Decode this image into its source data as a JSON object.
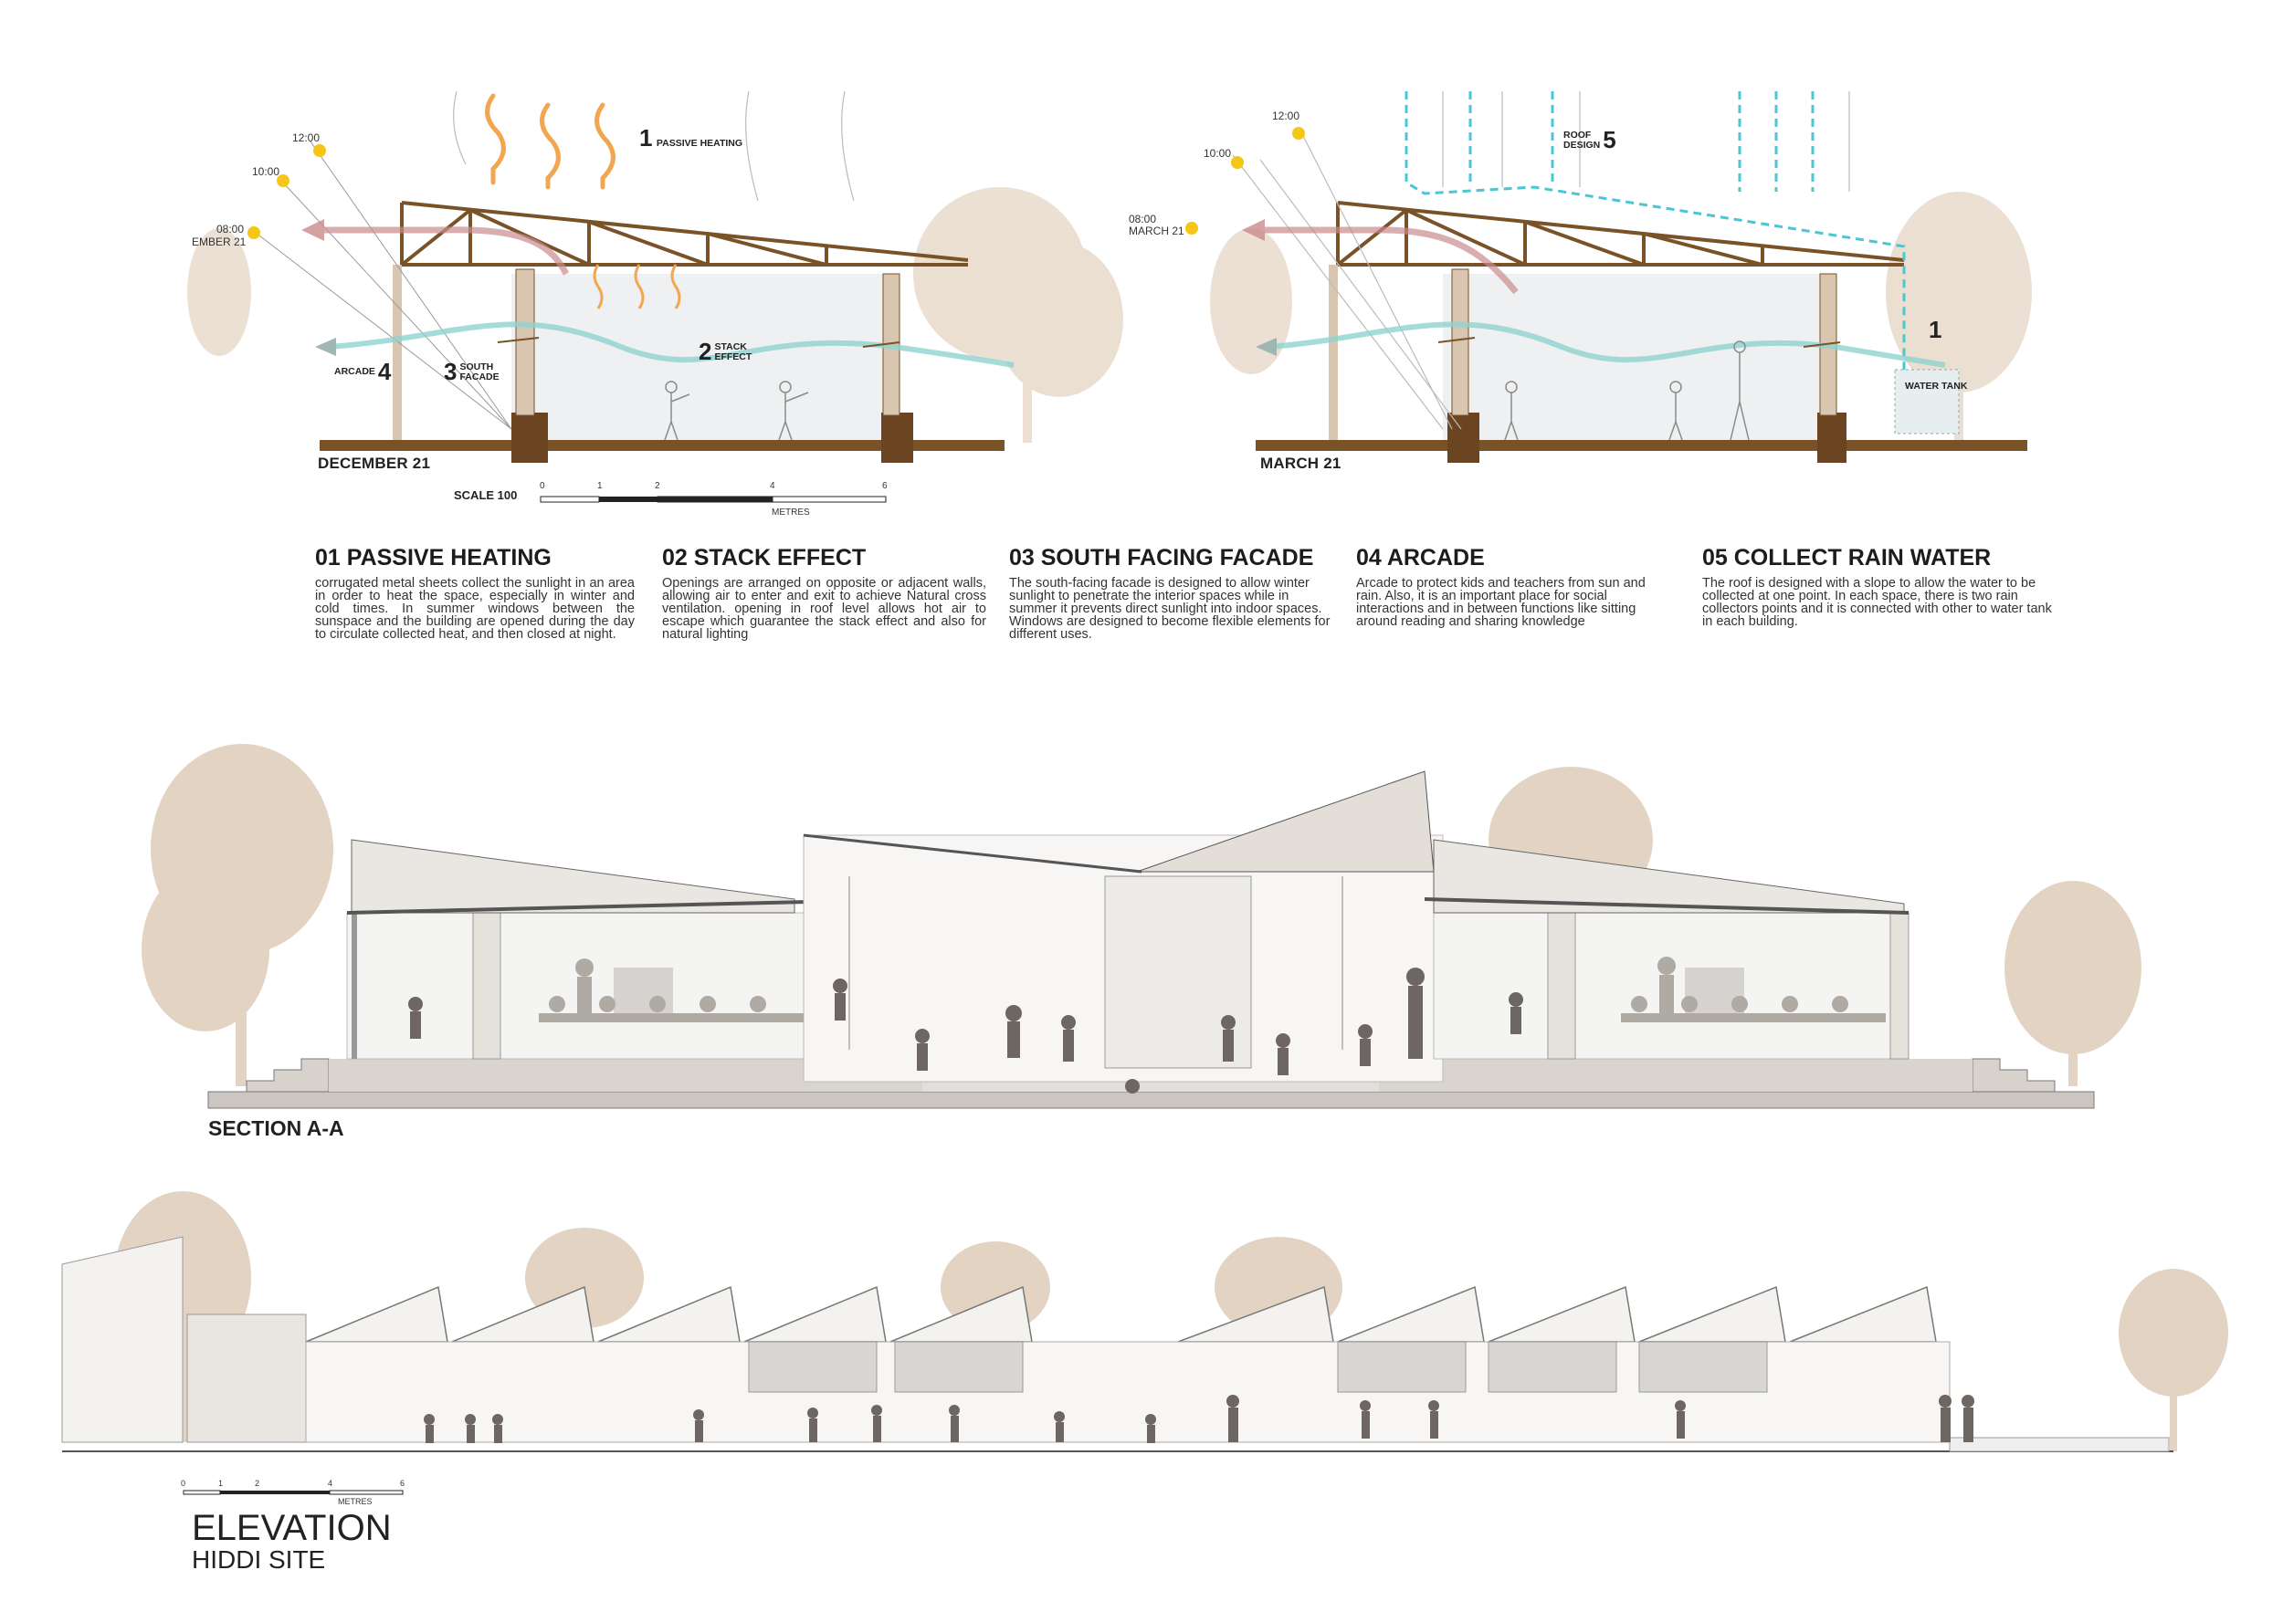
{
  "diagram_dec": {
    "date_label": "DECEMBER 21",
    "times": [
      "12:00",
      "10:00",
      "08:00",
      "EMBER 21"
    ],
    "callout_1": {
      "number": "1",
      "label": "PASSIVE HEATING"
    },
    "callout_2": {
      "number": "2",
      "label_line1": "STACK",
      "label_line2": "EFFECT"
    },
    "callout_3": {
      "number": "3",
      "label_line1": "SOUTH",
      "label_line2": "FACADE"
    },
    "callout_4": {
      "number": "4",
      "label": "ARCADE"
    }
  },
  "diagram_mar": {
    "date_label": "MARCH 21",
    "times": [
      "12:00",
      "10:00",
      "08:00",
      "MARCH 21"
    ],
    "callout_5": {
      "number": "5",
      "label_line1": "ROOF",
      "label_line2": "DESIGN"
    },
    "callout_1": {
      "number": "1",
      "label": "WATER TANK"
    }
  },
  "scale_bar": {
    "label": "SCALE 100",
    "ticks": [
      "0",
      "1",
      "2",
      "4",
      "6"
    ],
    "unit": "METRES"
  },
  "strategies": [
    {
      "title": "01 PASSIVE HEATING",
      "text": "corrugated metal sheets collect the sunlight in an area in order to heat the space, especially in winter and cold times. In summer windows between the sunspace and the building are opened during the day to circulate collected heat, and then closed at night."
    },
    {
      "title": "02 STACK EFFECT",
      "text": "Openings are arranged on opposite or adjacent walls, allowing air to enter and exit to achieve Natural cross ventilation. opening in roof level allows hot air to escape which guarantee the stack effect and also for natural lighting"
    },
    {
      "title": "03 SOUTH FACING FACADE",
      "text": "The south-facing facade is designed to allow winter sunlight to penetrate the interior spaces while in summer it prevents direct sunlight into indoor spaces. Windows are designed to become flexible elements for different uses."
    },
    {
      "title": "04 ARCADE",
      "text": "Arcade to protect kids and teachers from sun and rain. Also, it is an important place for social interactions and in between functions like sitting around reading and sharing knowledge"
    },
    {
      "title": "05 COLLECT RAIN WATER",
      "text": "The roof is designed with a slope to allow the water to be collected at one point. In each space, there is two rain collectors points and it is connected with other to water tank in each building."
    }
  ],
  "section": {
    "title": "SECTION A-A"
  },
  "elevation": {
    "title": "ELEVATION",
    "subtitle": "HIDDI SITE",
    "scale_ticks": [
      "0",
      "1",
      "2",
      "4",
      "6"
    ],
    "scale_unit": "METRES"
  },
  "colors": {
    "structure": "#7a5228",
    "ground": "#7a5228",
    "tree": "#e6d6c6",
    "sun": "#f5c518",
    "heat": "#f2a650",
    "air": "#8fd3cf",
    "rain": "#4cc6d4",
    "exhaust": "#c98b8b",
    "people": "#6e6662"
  }
}
